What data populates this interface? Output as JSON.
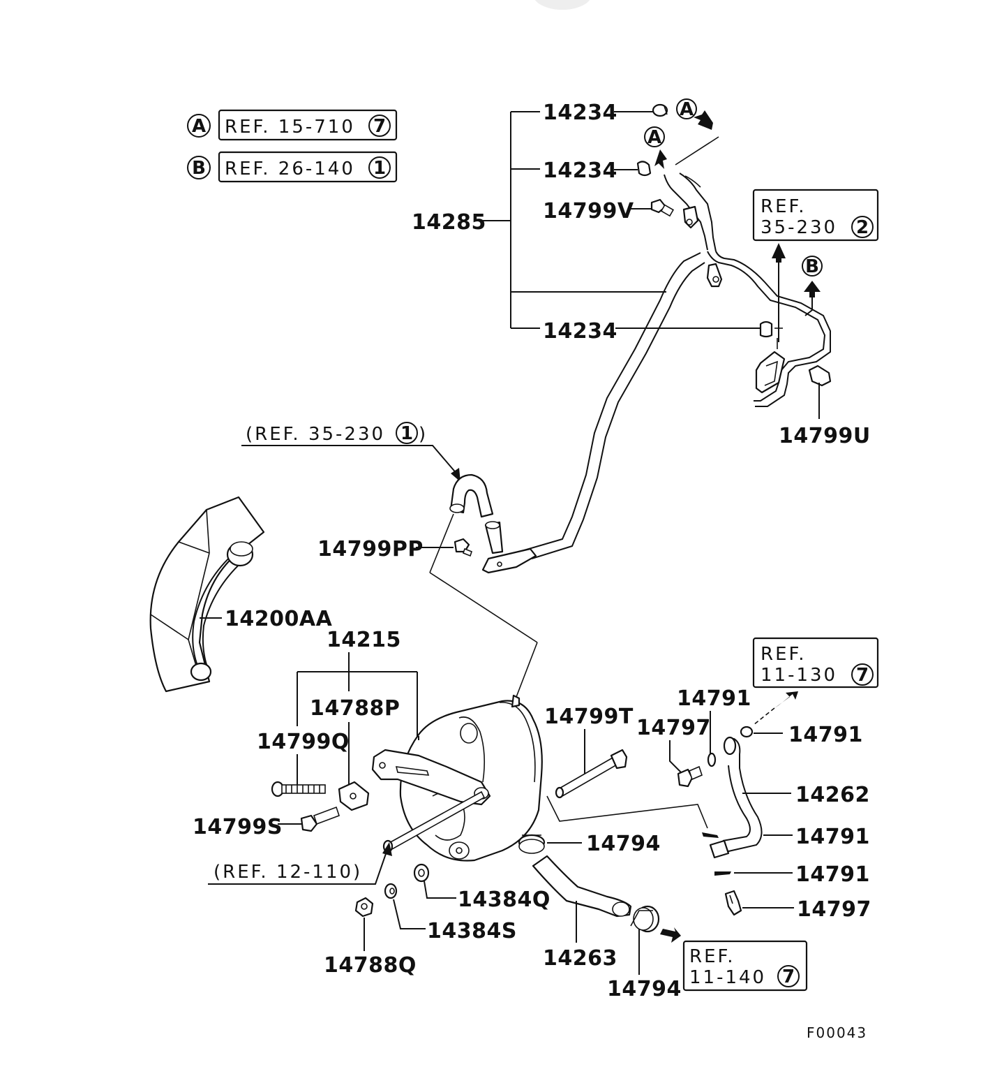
{
  "ref_legend": [
    {
      "circle": "A",
      "text": "REF. 15-710",
      "num": "7"
    },
    {
      "circle": "B",
      "text": "REF. 26-140",
      "num": "1"
    }
  ],
  "ref_boxes": {
    "ref_35_230_2": {
      "line1": "REF.",
      "line2": "35-230",
      "num": "2"
    },
    "ref_11_130_7": {
      "line1": "REF.",
      "line2": "11-130",
      "num": "7"
    },
    "ref_11_140_7": {
      "line1": "REF.",
      "line2": "11-140",
      "num": "7"
    }
  },
  "ref_inline": {
    "ref_35_230_1": {
      "text": "(REF. 35-230",
      "num": "1",
      "close": ")"
    },
    "ref_12_110": {
      "text": "(REF. 12-110)"
    }
  },
  "markers": {
    "a": "A",
    "b": "B"
  },
  "parts": {
    "p14234_a": "14234",
    "p14234_b": "14234",
    "p14234_c": "14234",
    "p14799v": "14799V",
    "p14285": "14285",
    "p14799u": "14799U",
    "p14799pp": "14799PP",
    "p14200aa": "14200AA",
    "p14215": "14215",
    "p14788p": "14788P",
    "p14799q": "14799Q",
    "p14799s": "14799S",
    "p14799t": "14799T",
    "p14791_top": "14791",
    "p14797_top": "14797",
    "p14791_right": "14791",
    "p14262": "14262",
    "p14791_mid": "14791",
    "p14791_low": "14791",
    "p14797_low": "14797",
    "p14794_a": "14794",
    "p14794_b": "14794",
    "p14384q": "14384Q",
    "p14384s": "14384S",
    "p14788q": "14788Q",
    "p14263": "14263"
  },
  "figure_code": "F00043",
  "colors": {
    "ink": "#111111",
    "paper": "#ffffff"
  }
}
